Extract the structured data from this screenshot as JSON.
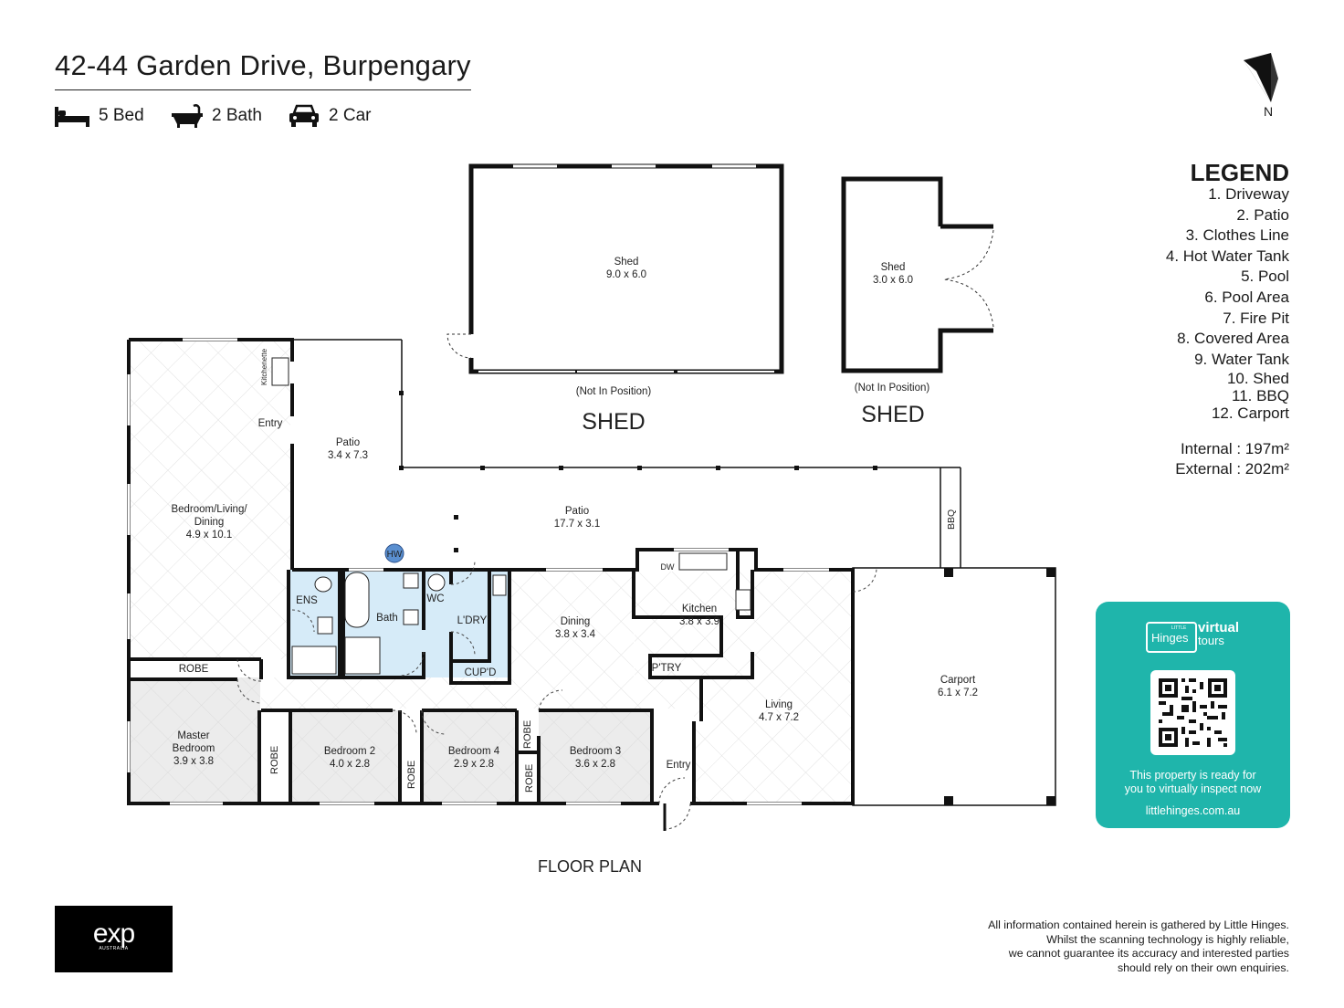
{
  "header": {
    "address": "42-44 Garden Drive, Burpengary",
    "features": [
      {
        "icon": "bed-icon",
        "label": "5 Bed"
      },
      {
        "icon": "bath-icon",
        "label": "2 Bath"
      },
      {
        "icon": "car-icon",
        "label": "2 Car"
      }
    ]
  },
  "compass": {
    "label": "N"
  },
  "legend": {
    "title": "LEGEND",
    "items": [
      "1. Driveway",
      "2. Patio",
      "3. Clothes Line",
      "4. Hot Water Tank",
      "5. Pool",
      "6. Pool Area",
      "7. Fire Pit",
      "8. Covered Area",
      "9. Water Tank",
      "10. Shed",
      "11. BBQ",
      "12. Carport"
    ],
    "internal": "Internal  : 197m²",
    "external": "External : 202m²"
  },
  "sheds": {
    "big": {
      "name": "Shed",
      "size": "9.0 x 6.0",
      "note": "(Not In Position)",
      "caption": "SHED"
    },
    "small": {
      "name": "Shed",
      "size": "3.0 x 6.0",
      "note": "(Not In Position)",
      "caption": "SHED"
    }
  },
  "rooms": {
    "patio_small": {
      "name": "Patio",
      "size": "3.4 x 7.3"
    },
    "patio_long": {
      "name": "Patio",
      "size": "17.7 x 3.1"
    },
    "entry_top": "Entry",
    "kitchenette": "Kitchenette",
    "bed_living": {
      "line1": "Bedroom/Living/",
      "line2": "Dining",
      "size": "4.9 x 10.1"
    },
    "hw": "HW",
    "ens": "ENS",
    "bath": "Bath",
    "wc": "WC",
    "ldry": "L'DRY",
    "cupd": "CUP'D",
    "dining": {
      "name": "Dining",
      "size": "3.8 x 3.4"
    },
    "kitchen": {
      "name": "Kitchen",
      "size": "3.8 x 3.9"
    },
    "dw": "DW",
    "ptry": "P'TRY",
    "living": {
      "name": "Living",
      "size": "4.7 x 7.2"
    },
    "entry_bottom": "Entry",
    "bbq": "BBQ",
    "carport": {
      "name": "Carport",
      "size": "6.1 x 7.2"
    },
    "robe": "ROBE",
    "master": {
      "line1": "Master",
      "line2": "Bedroom",
      "size": "3.9 x 3.8"
    },
    "bed2": {
      "name": "Bedroom 2",
      "size": "4.0 x 2.8"
    },
    "bed4": {
      "name": "Bedroom 4",
      "size": "2.9 x 2.8"
    },
    "bed3": {
      "name": "Bedroom 3",
      "size": "3.6 x 2.8"
    }
  },
  "floor_plan_label": "FLOOR PLAN",
  "qr_card": {
    "brand_small": "LITTLE",
    "brand": "Hinges",
    "brand_virtual": "virtual",
    "brand_tours": "tours",
    "line1": "This property is ready for",
    "line2": "you to virtually inspect now",
    "url": "littlehinges.com.au"
  },
  "disclaimer": [
    "All information contained herein is gathered by Little Hinges.",
    "Whilst the scanning technology is highly reliable,",
    "we cannot guarantee its accuracy and interested parties",
    "should rely on their own enquiries."
  ],
  "agency_logo": {
    "text": "exp",
    "sub": "AUSTRALIA"
  }
}
